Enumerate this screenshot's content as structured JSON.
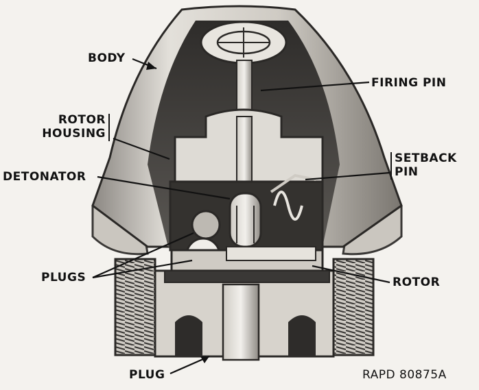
{
  "labels": {
    "body": "BODY",
    "firing_pin": "FIRING PIN",
    "rotor_housing_line1": "ROTOR",
    "rotor_housing_line2": "HOUSING",
    "setback_pin_line1": "SETBACK",
    "setback_pin_line2": "PIN",
    "detonator": "DETONATOR",
    "plugs": "PLUGS",
    "rotor": "ROTOR",
    "plug": "PLUG",
    "reference": "RAPD 80875A"
  },
  "colors": {
    "ink": "#111111",
    "paper": "#f4f2ee",
    "shell_light": "#d9d6d0",
    "shell_mid": "#a8a49e",
    "shell_dark": "#3a3836"
  }
}
